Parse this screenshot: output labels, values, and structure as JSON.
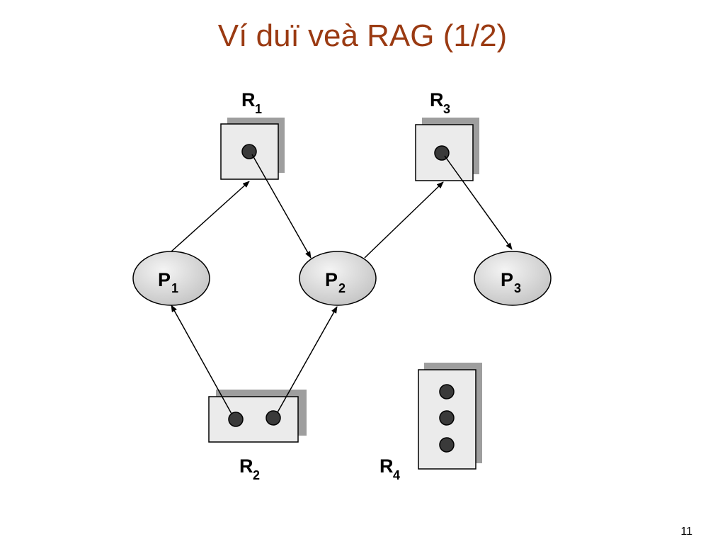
{
  "slide": {
    "title": "Ví duï veà RAG (1/2)",
    "page_number": "11"
  },
  "colors": {
    "title": "#9a3a12",
    "box_fill": "#ebebeb",
    "shadow": "#9e9e9e",
    "instance_dot": "#3a3a3a",
    "process_fill": "#d9d9d9"
  },
  "resources": [
    {
      "id": "R1",
      "letter": "R",
      "subscript": "1",
      "instances": 1
    },
    {
      "id": "R2",
      "letter": "R",
      "subscript": "2",
      "instances": 2
    },
    {
      "id": "R3",
      "letter": "R",
      "subscript": "3",
      "instances": 1
    },
    {
      "id": "R4",
      "letter": "R",
      "subscript": "4",
      "instances": 3
    }
  ],
  "processes": [
    {
      "id": "P1",
      "letter": "P",
      "subscript": "1"
    },
    {
      "id": "P2",
      "letter": "P",
      "subscript": "2"
    },
    {
      "id": "P3",
      "letter": "P",
      "subscript": "3"
    }
  ],
  "edges": [
    {
      "type": "request",
      "from": "P1",
      "to": "R1"
    },
    {
      "type": "assignment",
      "from": "R1",
      "to": "P2"
    },
    {
      "type": "request",
      "from": "P2",
      "to": "R3"
    },
    {
      "type": "assignment",
      "from": "R3",
      "to": "P3"
    },
    {
      "type": "assignment",
      "from": "R2",
      "to": "P1"
    },
    {
      "type": "assignment",
      "from": "R2",
      "to": "P2"
    }
  ]
}
